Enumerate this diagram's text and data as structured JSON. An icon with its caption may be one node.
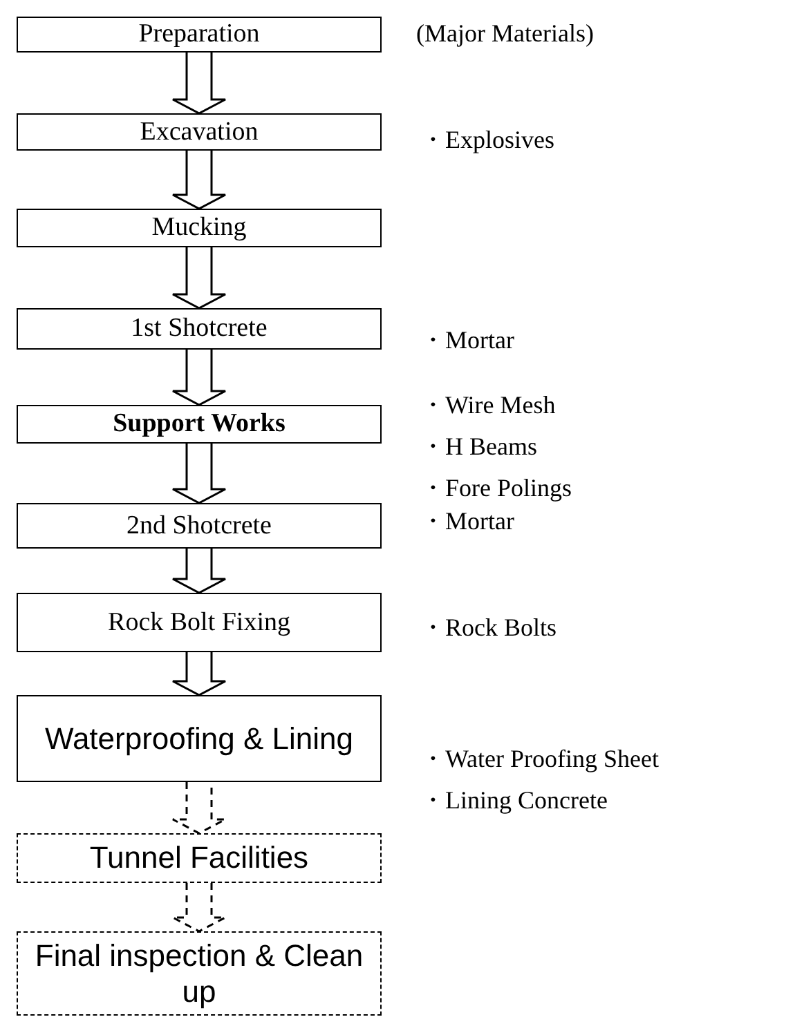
{
  "diagram": {
    "nodes": [
      {
        "text": [
          "Preparation"
        ]
      },
      {
        "text": [
          "Excavation"
        ]
      },
      {
        "text": [
          "Mucking"
        ]
      },
      {
        "text": [
          "1st Shotcrete"
        ]
      },
      {
        "text": [
          "Support Works"
        ]
      },
      {
        "text": [
          "2nd Shotcrete"
        ]
      },
      {
        "text": [
          "Rock Bolt Fixing"
        ]
      },
      {
        "text": [
          "Waterproofing & Lining"
        ]
      },
      {
        "text": [
          "Tunnel Facilities"
        ]
      },
      {
        "text": [
          "Final inspection & Clean up"
        ]
      }
    ],
    "edges": [
      {
        "from": 0,
        "to": 1,
        "arrow": "to"
      },
      {
        "from": 1,
        "to": 2,
        "arrow": "to"
      },
      {
        "from": 2,
        "to": 3,
        "arrow": "to"
      },
      {
        "from": 3,
        "to": 4,
        "arrow": "to"
      },
      {
        "from": 4,
        "to": 5,
        "arrow": "to"
      },
      {
        "from": 5,
        "to": 6,
        "arrow": "to"
      },
      {
        "from": 6,
        "to": 7,
        "arrow": "to"
      },
      {
        "from": 7,
        "to": 8,
        "arrow": "to",
        "style": "dashed"
      },
      {
        "from": 8,
        "to": 9,
        "arrow": "to",
        "style": "dashed"
      }
    ],
    "labels": [
      "(Major Materials)",
      "・Explosives",
      "・Mortar",
      "・Wire Mesh",
      "・H Beams",
      "・Fore Polings",
      "・Mortar",
      "・Rock Bolts",
      "・Water Proofing Sheet",
      "・Lining Concrete"
    ]
  }
}
